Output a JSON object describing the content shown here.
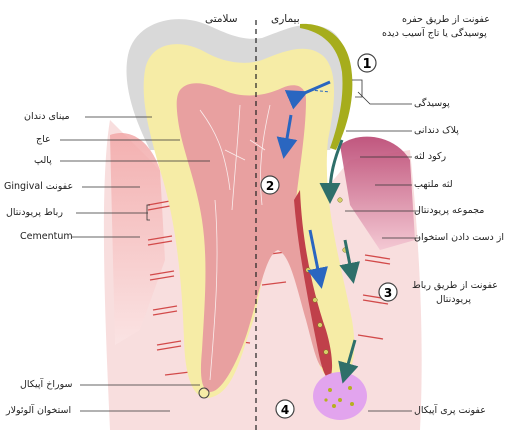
{
  "headers": {
    "left": "سلامتی",
    "right": "بیماری"
  },
  "intro": [
    "عفونت از طریق حفره",
    "پوسیدگی یا تاج آسیب دیده"
  ],
  "left_labels": [
    "مینای دندان",
    "عاج",
    "پالپ",
    "عفونت Gingival",
    "رباط پریودنتال",
    "Cementum",
    "سوراخ آپیکال",
    "استخوان آلوئولار"
  ],
  "right_labels": [
    "پوسیدگی",
    "پلاک دندانی",
    "رکود لثه",
    "لثه ملتهب",
    "مجموعه پریودنتال",
    "از دست دادن استخوان"
  ],
  "perio_infection": [
    "عفونت از طریق رباط",
    "پریودنتال"
  ],
  "apical_infection": "عفونت پری آپیکال",
  "steps": [
    "1",
    "2",
    "3",
    "4"
  ],
  "colors": {
    "enamel": "#d9d9d9",
    "dentin": "#f6eca6",
    "pulp": "#e8a0a0",
    "canal": "#c0404a",
    "gum_healthy": "#f4bcbc",
    "gum_inflamed": "#c65a7a",
    "bone": "#f8dede",
    "bone_lines": "#d24a4a",
    "plaque": "#a6ad1c",
    "arrow": "#2e6f6a",
    "arrow_blue": "#2a66c0",
    "abscess": "#e2a4ee"
  }
}
